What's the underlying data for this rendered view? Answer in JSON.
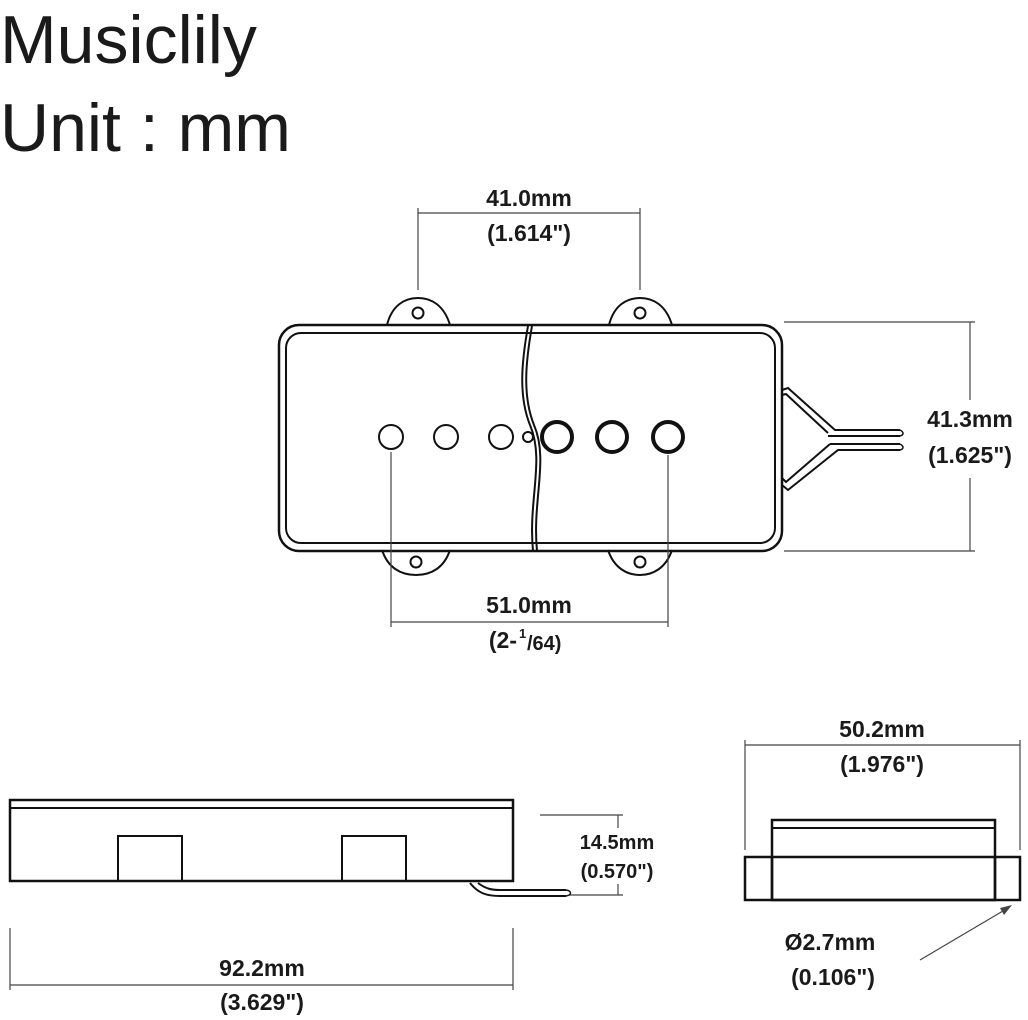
{
  "header": {
    "brand": "Musiclily",
    "unit": "Unit : mm"
  },
  "top_view": {
    "mount_spacing_mm": "41.0mm",
    "mount_spacing_in": "(1.614\")",
    "height_mm": "41.3mm",
    "height_in": "(1.625\")",
    "hole_spacing_mm": "51.0mm",
    "hole_spacing_in_whole": "(2-",
    "hole_spacing_in_num": "1",
    "hole_spacing_in_den": "/64)"
  },
  "side_view": {
    "thickness_mm": "14.5mm",
    "thickness_in": "(0.570\")",
    "length_mm": "92.2mm",
    "length_in": "(3.629\")"
  },
  "end_view": {
    "width_mm": "50.2mm",
    "width_in": "(1.976\")",
    "diameter_mm": "Ø2.7mm",
    "diameter_in": "(0.106\")"
  }
}
